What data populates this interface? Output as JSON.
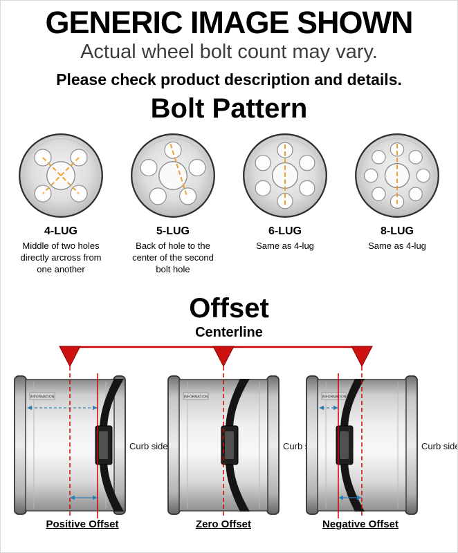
{
  "header": {
    "title": "GENERIC IMAGE SHOWN",
    "subtitle": "Actual wheel bolt count may vary.",
    "note": "Please check product description and details."
  },
  "bolt_pattern": {
    "heading": "Bolt Pattern",
    "lugs": [
      {
        "label": "4-LUG",
        "holes": 4,
        "description": "Middle of two holes directly arcross from one another"
      },
      {
        "label": "5-LUG",
        "holes": 5,
        "description": "Back of hole to the center of the second bolt hole"
      },
      {
        "label": "6-LUG",
        "holes": 6,
        "description": "Same as 4-lug"
      },
      {
        "label": "8-LUG",
        "holes": 8,
        "description": "Same as 4-lug"
      }
    ]
  },
  "offset": {
    "heading": "Offset",
    "centerline_label": "Centerline",
    "curb_side": "Curb side",
    "stamp": "INFORMATION",
    "types": [
      {
        "label": "Positive Offset"
      },
      {
        "label": "Zero Offset"
      },
      {
        "label": "Negative Offset"
      }
    ],
    "colors": {
      "marker_red": "#cc0000",
      "arrow_blue": "#2e7fb5",
      "measure_orange": "#f0a030"
    }
  }
}
